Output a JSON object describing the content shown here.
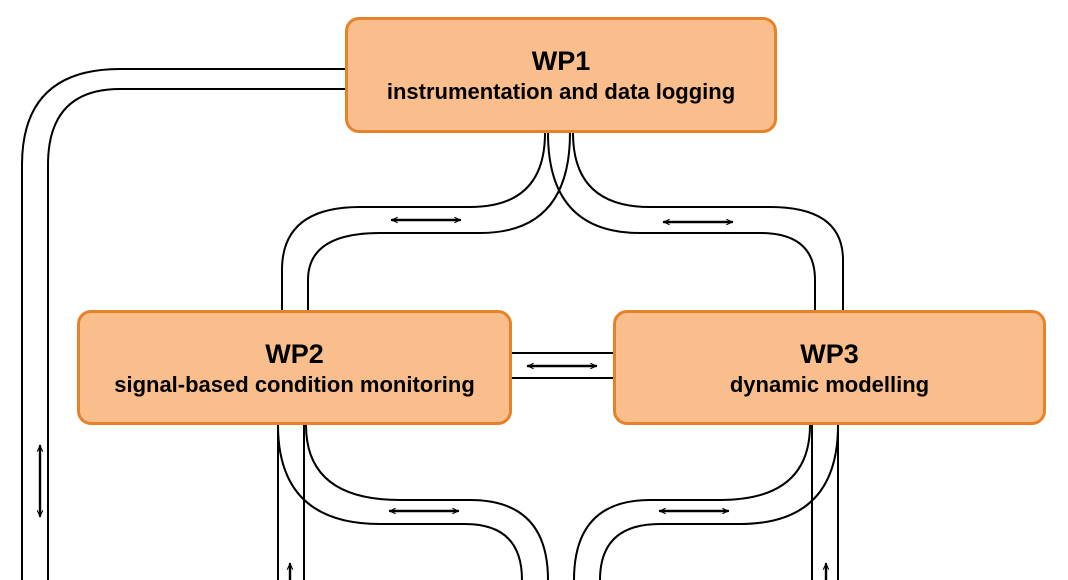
{
  "boxes": {
    "wp1": {
      "title": "WP1",
      "subtitle": "instrumentation and data logging"
    },
    "wp2": {
      "title": "WP2",
      "subtitle": "signal-based condition monitoring"
    },
    "wp3": {
      "title": "WP3",
      "subtitle": "dynamic modelling"
    }
  },
  "colors": {
    "box_fill": "#f9be8c",
    "box_border": "#e6822a",
    "channel_stroke": "#000000"
  },
  "connectors": [
    {
      "from": "WP1",
      "to": "WP2",
      "direction": "bidirectional"
    },
    {
      "from": "WP1",
      "to": "WP3",
      "direction": "bidirectional"
    },
    {
      "from": "WP2",
      "to": "WP3",
      "direction": "bidirectional"
    },
    {
      "from": "WP1",
      "to": "below",
      "direction": "bidirectional"
    },
    {
      "from": "WP2",
      "to": "below",
      "direction": "bidirectional"
    },
    {
      "from": "WP3",
      "to": "below",
      "direction": "bidirectional"
    }
  ]
}
